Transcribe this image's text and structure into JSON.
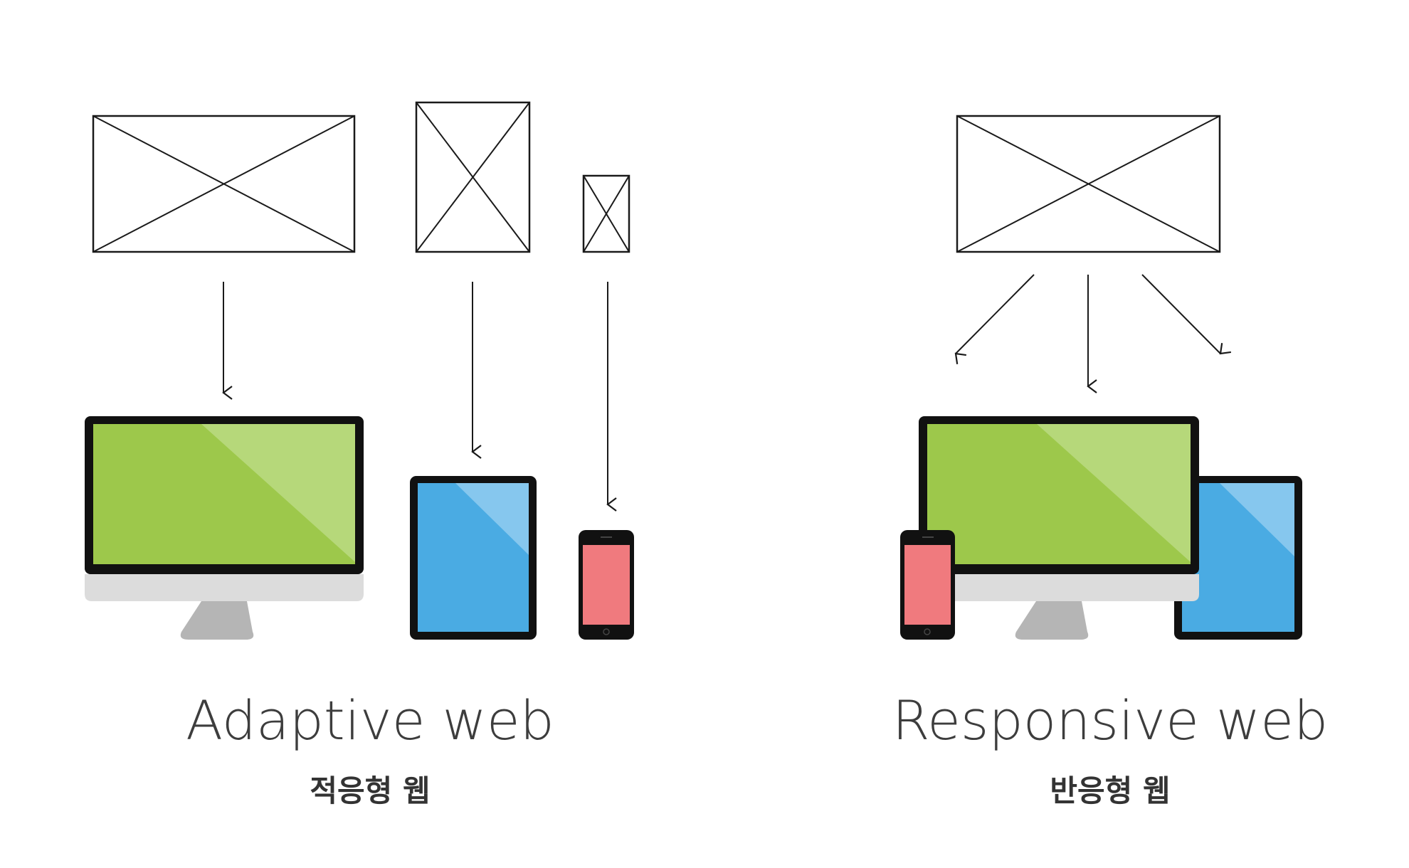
{
  "adaptive": {
    "title": "Adaptive web",
    "subtitle": "적응형 웹"
  },
  "responsive": {
    "title": "Responsive web",
    "subtitle": "반응형 웹"
  },
  "colors": {
    "wireframe": "#1a1a1a",
    "desktop_screen": "#9dc84b",
    "tablet_screen": "#4aabe3",
    "phone_screen": "#f07a7e",
    "device_bezel": "#111111",
    "desktop_chin": "#dcdcdc",
    "desktop_stand": "#b5b5b5"
  },
  "icons": {
    "wireframe": "image-placeholder-icon",
    "desktop": "desktop-monitor-icon",
    "tablet": "tablet-icon",
    "phone": "smartphone-icon",
    "arrow": "arrow-down-icon"
  }
}
